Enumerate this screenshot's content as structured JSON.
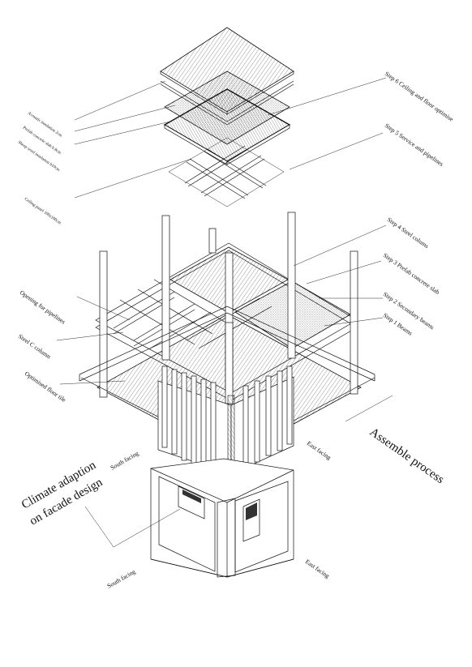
{
  "labels": {
    "step6": "Step 6 Ceiling and floor optimise",
    "step5": "Step 5 Service and pipelines",
    "step4": "Step 4 Steel colums",
    "step3": "Step 3 Prefab concrete slab",
    "step2": "Step 2 Secondary beams",
    "step1": "Step 1 Beams",
    "acoustic": "Acoustic insulation 2cm",
    "prefab_slab": "Prefab concrete slab h 8cm",
    "sheep_wool": "Sheep wool insulation h10cm",
    "ceiling_panel": "Ceiling panel 100x100cm",
    "opening": "Opening for pipelines",
    "steel_c": "Steel C column",
    "floor_tile": "Optimised floor tile",
    "south_upper": "South facing",
    "east_upper": "East facing",
    "assemble": "Assemble process",
    "climate_line1": "Climate adaption",
    "climate_line2": "on facade design",
    "south_lower": "South facing",
    "east_lower": "East facing"
  }
}
